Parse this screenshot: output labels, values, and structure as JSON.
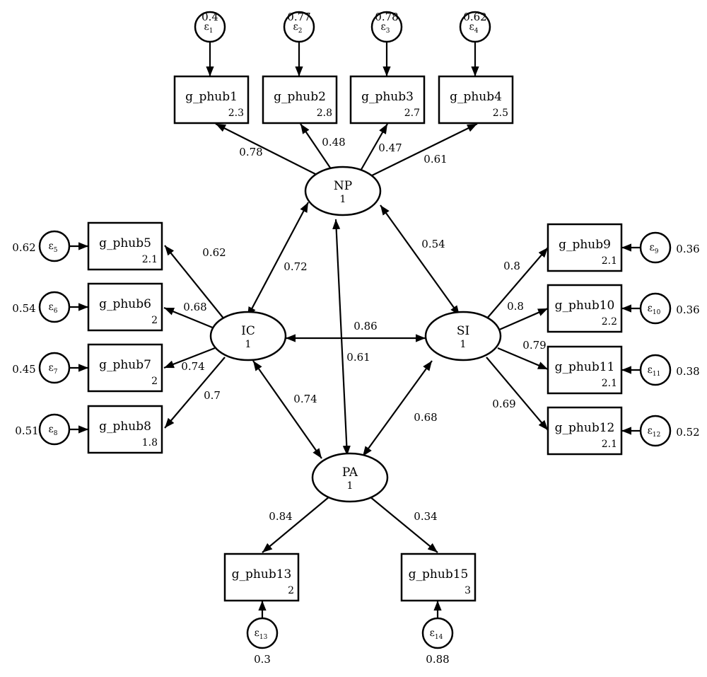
{
  "latents": [
    {
      "id": "NP",
      "label": "NP",
      "variance": "1"
    },
    {
      "id": "IC",
      "label": "IC",
      "variance": "1"
    },
    {
      "id": "SI",
      "label": "SI",
      "variance": "1"
    },
    {
      "id": "PA",
      "label": "PA",
      "variance": "1"
    }
  ],
  "indicators": [
    {
      "id": "g_phub1",
      "label": "g_phub1",
      "intercept": "2.3",
      "latent": "NP",
      "loading": "0.78",
      "error": {
        "sub": "1",
        "variance": "0.4"
      }
    },
    {
      "id": "g_phub2",
      "label": "g_phub2",
      "intercept": "2.8",
      "latent": "NP",
      "loading": "0.48",
      "error": {
        "sub": "2",
        "variance": "0.77"
      }
    },
    {
      "id": "g_phub3",
      "label": "g_phub3",
      "intercept": "2.7",
      "latent": "NP",
      "loading": "0.47",
      "error": {
        "sub": "3",
        "variance": "0.78"
      }
    },
    {
      "id": "g_phub4",
      "label": "g_phub4",
      "intercept": "2.5",
      "latent": "NP",
      "loading": "0.61",
      "error": {
        "sub": "4",
        "variance": "0.62"
      }
    },
    {
      "id": "g_phub5",
      "label": "g_phub5",
      "intercept": "2.1",
      "latent": "IC",
      "loading": "0.62",
      "error": {
        "sub": "5",
        "variance": "0.62"
      }
    },
    {
      "id": "g_phub6",
      "label": "g_phub6",
      "intercept": "2",
      "latent": "IC",
      "loading": "0.68",
      "error": {
        "sub": "6",
        "variance": "0.54"
      }
    },
    {
      "id": "g_phub7",
      "label": "g_phub7",
      "intercept": "2",
      "latent": "IC",
      "loading": "0.74",
      "error": {
        "sub": "7",
        "variance": "0.45"
      }
    },
    {
      "id": "g_phub8",
      "label": "g_phub8",
      "intercept": "1.8",
      "latent": "IC",
      "loading": "0.7",
      "error": {
        "sub": "8",
        "variance": "0.51"
      }
    },
    {
      "id": "g_phub9",
      "label": "g_phub9",
      "intercept": "2.1",
      "latent": "SI",
      "loading": "0.8",
      "error": {
        "sub": "9",
        "variance": "0.36"
      }
    },
    {
      "id": "g_phub10",
      "label": "g_phub10",
      "intercept": "2.2",
      "latent": "SI",
      "loading": "0.8",
      "error": {
        "sub": "10",
        "variance": "0.36"
      }
    },
    {
      "id": "g_phub11",
      "label": "g_phub11",
      "intercept": "2.1",
      "latent": "SI",
      "loading": "0.79",
      "error": {
        "sub": "11",
        "variance": "0.38"
      }
    },
    {
      "id": "g_phub12",
      "label": "g_phub12",
      "intercept": "2.1",
      "latent": "SI",
      "loading": "0.69",
      "error": {
        "sub": "12",
        "variance": "0.52"
      }
    },
    {
      "id": "g_phub13",
      "label": "g_phub13",
      "intercept": "2",
      "latent": "PA",
      "loading": "0.84",
      "error": {
        "sub": "13",
        "variance": "0.3"
      }
    },
    {
      "id": "g_phub15",
      "label": "g_phub15",
      "intercept": "3",
      "latent": "PA",
      "loading": "0.34",
      "error": {
        "sub": "14",
        "variance": "0.88"
      }
    }
  ],
  "covariances": [
    {
      "from": "NP",
      "to": "IC",
      "value": "0.72"
    },
    {
      "from": "NP",
      "to": "SI",
      "value": "0.54"
    },
    {
      "from": "NP",
      "to": "PA",
      "value": "0.61"
    },
    {
      "from": "IC",
      "to": "SI",
      "value": "0.86"
    },
    {
      "from": "IC",
      "to": "PA",
      "value": "0.74"
    },
    {
      "from": "SI",
      "to": "PA",
      "value": "0.68"
    }
  ],
  "error_symbol": "ε"
}
